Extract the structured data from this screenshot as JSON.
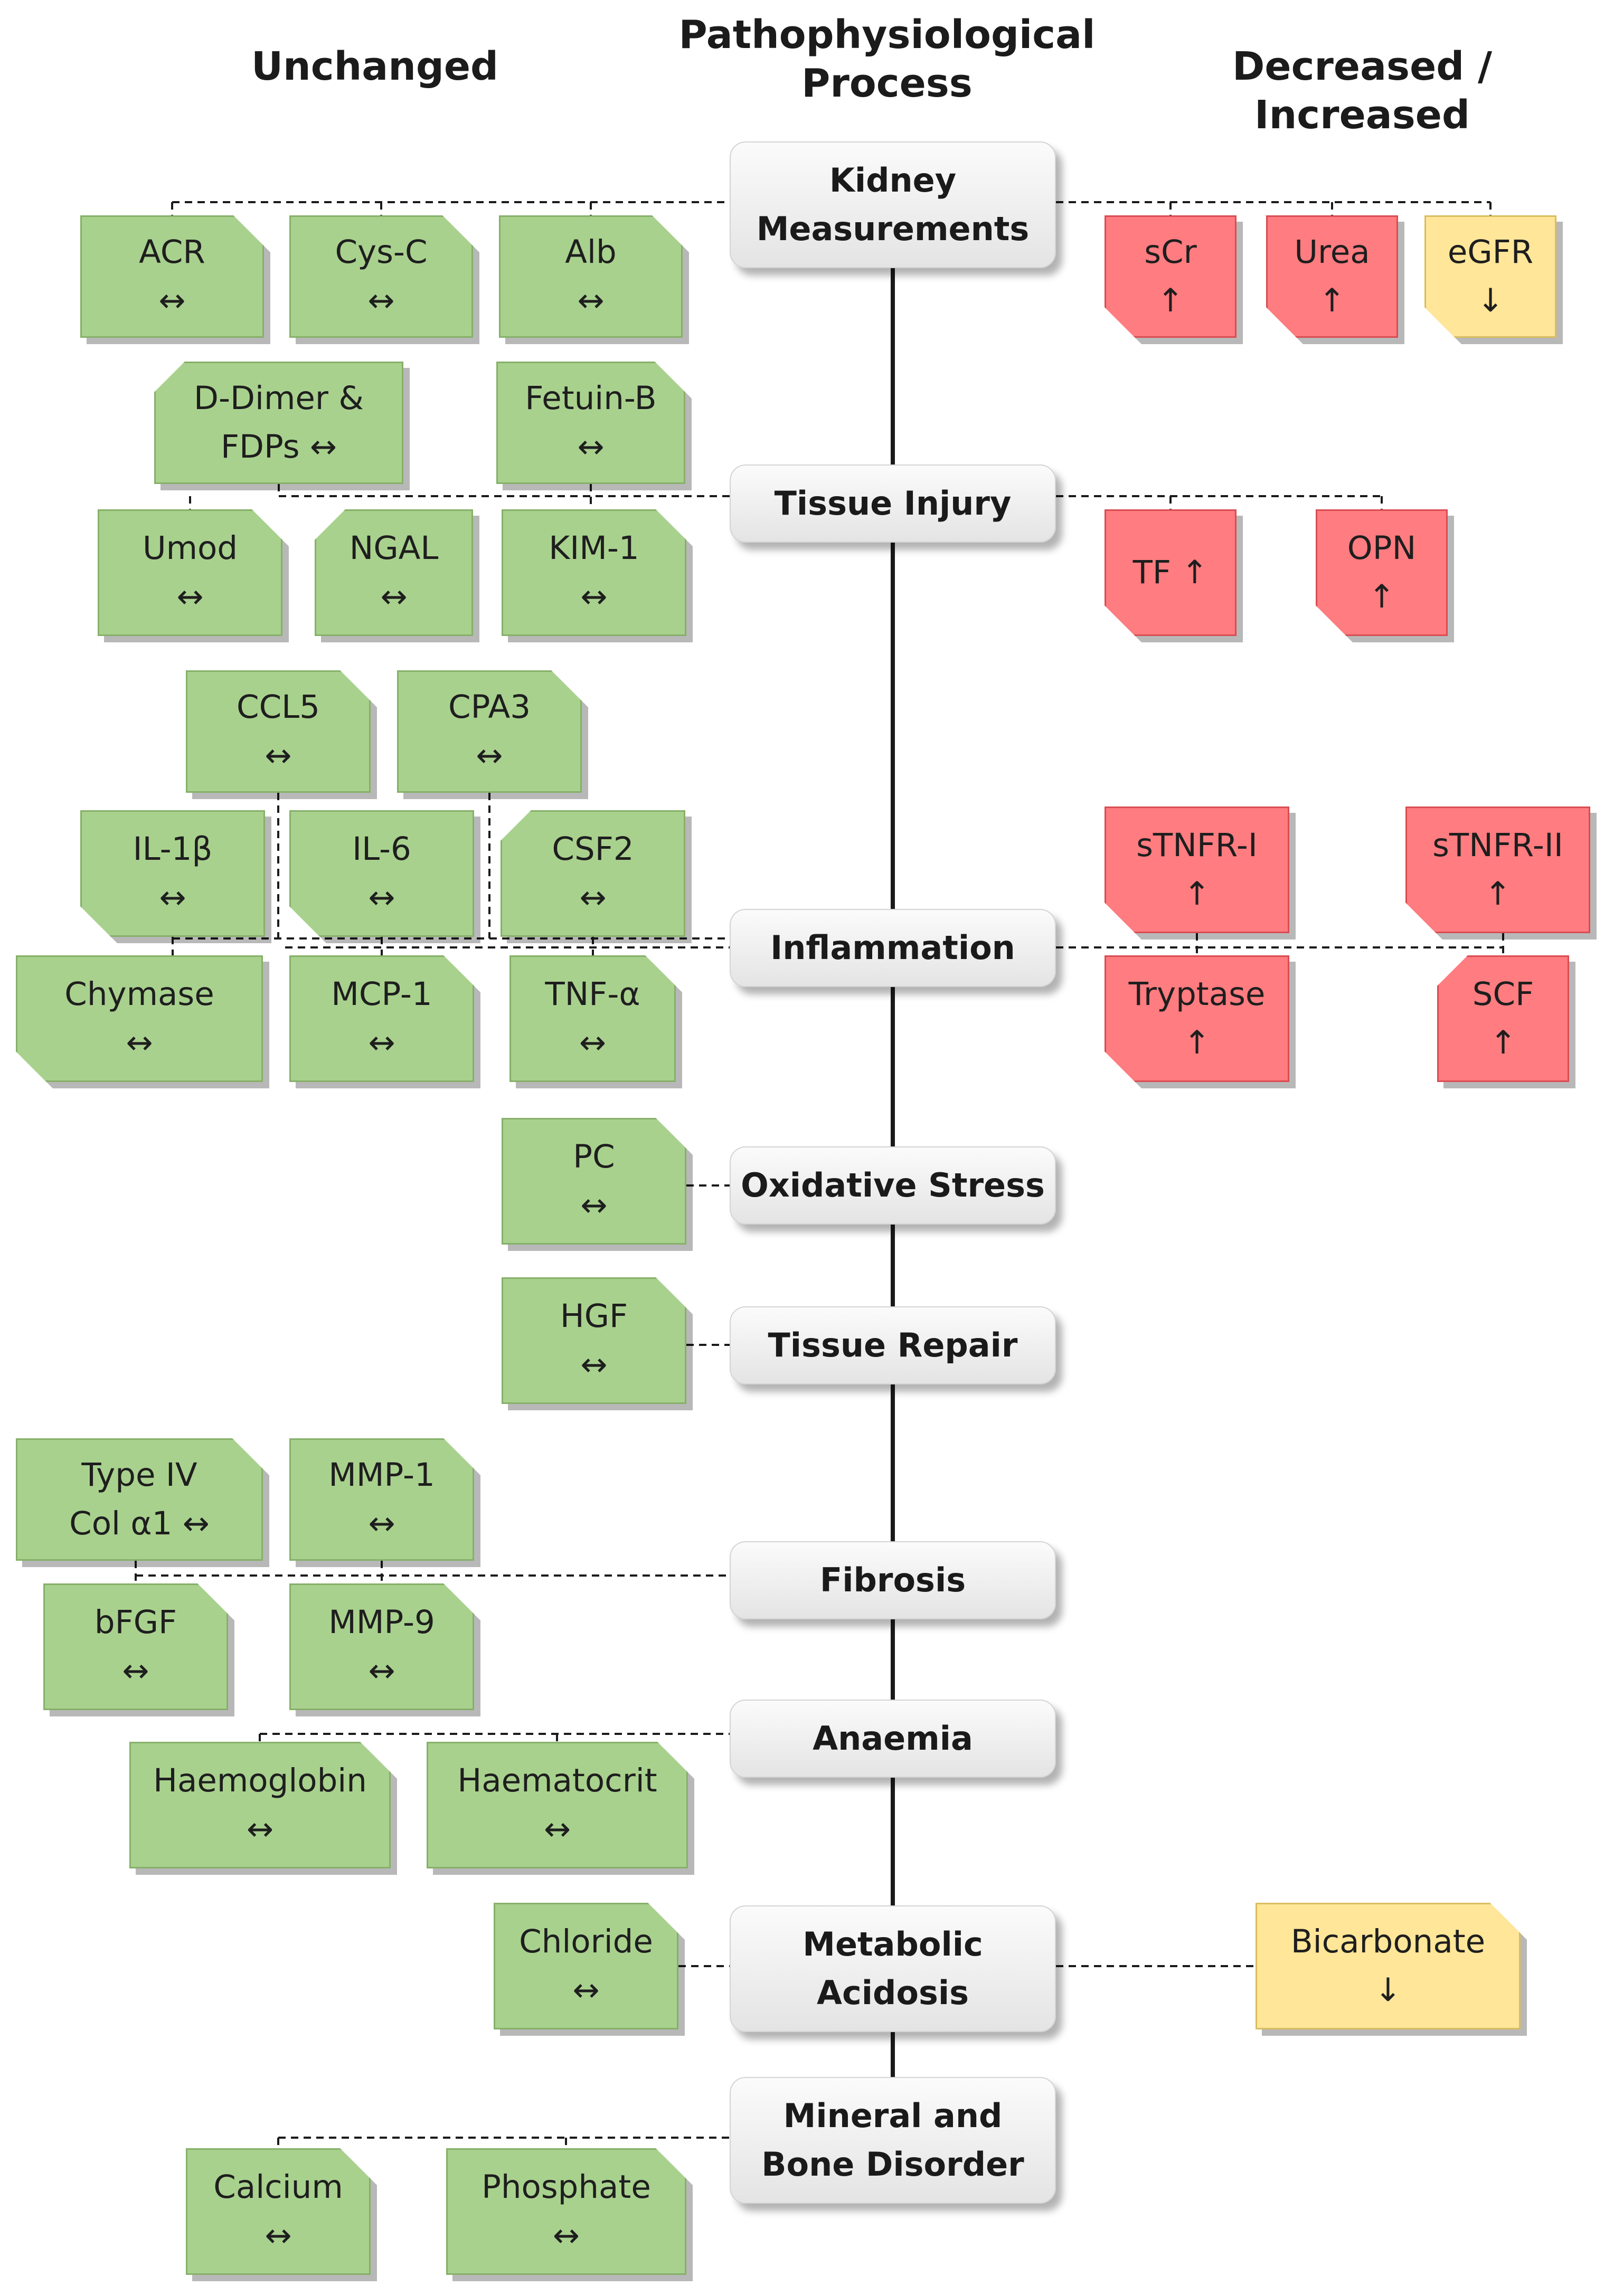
{
  "headers": {
    "unchanged": "Unchanged",
    "process": "Pathophysiological\nProcess",
    "changed": "Decreased / Increased"
  },
  "colors": {
    "unchanged": "#a9d18e",
    "increased": "#ff7c80",
    "decreased": "#ffe699",
    "process": "#e7e7e7"
  },
  "processes": [
    {
      "id": "kidney",
      "label": "Kidney\nMeasurements"
    },
    {
      "id": "tissue-injury",
      "label": "Tissue Injury"
    },
    {
      "id": "inflammation",
      "label": "Inflammation"
    },
    {
      "id": "oxidative-stress",
      "label": "Oxidative Stress"
    },
    {
      "id": "tissue-repair",
      "label": "Tissue Repair"
    },
    {
      "id": "fibrosis",
      "label": "Fibrosis"
    },
    {
      "id": "anaemia",
      "label": "Anaemia"
    },
    {
      "id": "metabolic-acidosis",
      "label": "Metabolic\nAcidosis"
    },
    {
      "id": "mineral-bone",
      "label": "Mineral and\nBone Disorder"
    }
  ],
  "markers": [
    {
      "id": "acr",
      "process": "kidney",
      "status": "unchanged",
      "label": "ACR\n↔"
    },
    {
      "id": "cys-c",
      "process": "kidney",
      "status": "unchanged",
      "label": "Cys-C\n↔"
    },
    {
      "id": "alb",
      "process": "kidney",
      "status": "unchanged",
      "label": "Alb\n↔"
    },
    {
      "id": "scr",
      "process": "kidney",
      "status": "increased",
      "label": "sCr\n↑"
    },
    {
      "id": "urea",
      "process": "kidney",
      "status": "increased",
      "label": "Urea\n↑"
    },
    {
      "id": "egfr",
      "process": "kidney",
      "status": "decreased",
      "label": "eGFR\n↓"
    },
    {
      "id": "d-dimer",
      "process": "tissue-injury",
      "status": "unchanged",
      "label": "D-Dimer &\nFDPs ↔"
    },
    {
      "id": "fetuin-b",
      "process": "tissue-injury",
      "status": "unchanged",
      "label": "Fetuin-B\n↔"
    },
    {
      "id": "umod",
      "process": "tissue-injury",
      "status": "unchanged",
      "label": "Umod\n↔"
    },
    {
      "id": "ngal",
      "process": "tissue-injury",
      "status": "unchanged",
      "label": "NGAL\n↔"
    },
    {
      "id": "kim-1",
      "process": "tissue-injury",
      "status": "unchanged",
      "label": "KIM-1\n↔"
    },
    {
      "id": "tf",
      "process": "tissue-injury",
      "status": "increased",
      "label": "TF ↑"
    },
    {
      "id": "opn",
      "process": "tissue-injury",
      "status": "increased",
      "label": "OPN\n↑"
    },
    {
      "id": "ccl5",
      "process": "inflammation",
      "status": "unchanged",
      "label": "CCL5\n↔"
    },
    {
      "id": "cpa3",
      "process": "inflammation",
      "status": "unchanged",
      "label": "CPA3\n↔"
    },
    {
      "id": "il-1b",
      "process": "inflammation",
      "status": "unchanged",
      "label": "IL-1β\n↔"
    },
    {
      "id": "il-6",
      "process": "inflammation",
      "status": "unchanged",
      "label": "IL-6\n↔"
    },
    {
      "id": "csf2",
      "process": "inflammation",
      "status": "unchanged",
      "label": "CSF2\n↔"
    },
    {
      "id": "chymase",
      "process": "inflammation",
      "status": "unchanged",
      "label": "Chymase\n↔"
    },
    {
      "id": "mcp-1",
      "process": "inflammation",
      "status": "unchanged",
      "label": "MCP-1\n↔"
    },
    {
      "id": "tnf-a",
      "process": "inflammation",
      "status": "unchanged",
      "label": "TNF-α\n↔"
    },
    {
      "id": "stnfr-1",
      "process": "inflammation",
      "status": "increased",
      "label": "sTNFR-I\n↑"
    },
    {
      "id": "stnfr-2",
      "process": "inflammation",
      "status": "increased",
      "label": "sTNFR-II\n↑"
    },
    {
      "id": "tryptase",
      "process": "inflammation",
      "status": "increased",
      "label": "Tryptase\n↑"
    },
    {
      "id": "scf",
      "process": "inflammation",
      "status": "increased",
      "label": "SCF\n↑"
    },
    {
      "id": "pc",
      "process": "oxidative-stress",
      "status": "unchanged",
      "label": "PC\n↔"
    },
    {
      "id": "hgf",
      "process": "tissue-repair",
      "status": "unchanged",
      "label": "HGF\n↔"
    },
    {
      "id": "type-iv-col",
      "process": "fibrosis",
      "status": "unchanged",
      "label": "Type IV\nCol α1 ↔"
    },
    {
      "id": "mmp-1",
      "process": "fibrosis",
      "status": "unchanged",
      "label": "MMP-1\n↔"
    },
    {
      "id": "bfgf",
      "process": "fibrosis",
      "status": "unchanged",
      "label": "bFGF\n↔"
    },
    {
      "id": "mmp-9",
      "process": "fibrosis",
      "status": "unchanged",
      "label": "MMP-9\n↔"
    },
    {
      "id": "haemoglobin",
      "process": "anaemia",
      "status": "unchanged",
      "label": "Haemoglobin\n↔"
    },
    {
      "id": "haematocrit",
      "process": "anaemia",
      "status": "unchanged",
      "label": "Haematocrit\n↔"
    },
    {
      "id": "chloride",
      "process": "metabolic-acidosis",
      "status": "unchanged",
      "label": "Chloride\n↔"
    },
    {
      "id": "bicarbonate",
      "process": "metabolic-acidosis",
      "status": "decreased",
      "label": "Bicarbonate\n↓"
    },
    {
      "id": "calcium",
      "process": "mineral-bone",
      "status": "unchanged",
      "label": "Calcium\n↔"
    },
    {
      "id": "phosphate",
      "process": "mineral-bone",
      "status": "unchanged",
      "label": "Phosphate\n↔"
    }
  ]
}
